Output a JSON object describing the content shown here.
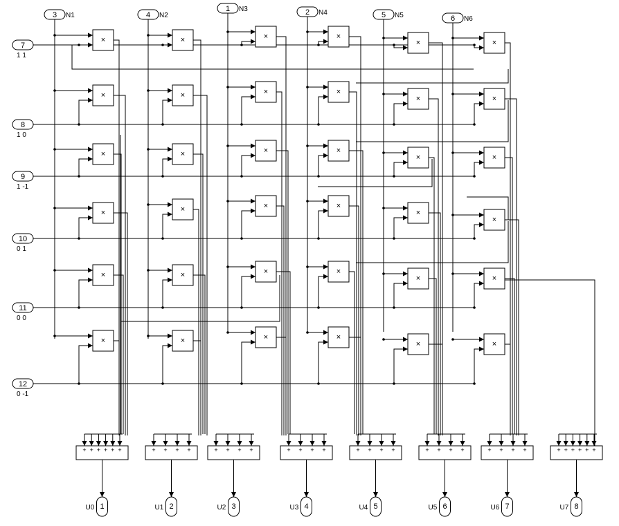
{
  "diagram": {
    "product_symbol": "×",
    "sum_sign": "+",
    "top_inputs": [
      {
        "port": "3",
        "label": "N1"
      },
      {
        "port": "4",
        "label": "N2"
      },
      {
        "port": "1",
        "label": "N3"
      },
      {
        "port": "2",
        "label": "N4"
      },
      {
        "port": "5",
        "label": "N5"
      },
      {
        "port": "6",
        "label": "N6"
      }
    ],
    "left_inputs": [
      {
        "port": "7",
        "label": "1 1"
      },
      {
        "port": "8",
        "label": "1 0"
      },
      {
        "port": "9",
        "label": "1 -1"
      },
      {
        "port": "10",
        "label": "0 1"
      },
      {
        "port": "11",
        "label": "0 0"
      },
      {
        "port": "12",
        "label": "0 -1"
      }
    ],
    "outputs": [
      {
        "port": "1",
        "label": "U0",
        "inputs": 6
      },
      {
        "port": "2",
        "label": "U1",
        "inputs": 4
      },
      {
        "port": "3",
        "label": "U2",
        "inputs": 4
      },
      {
        "port": "4",
        "label": "U3",
        "inputs": 4
      },
      {
        "port": "5",
        "label": "U4",
        "inputs": 4
      },
      {
        "port": "6",
        "label": "U5",
        "inputs": 4
      },
      {
        "port": "7",
        "label": "U6",
        "inputs": 4
      },
      {
        "port": "8",
        "label": "U7",
        "inputs": 6
      }
    ]
  }
}
